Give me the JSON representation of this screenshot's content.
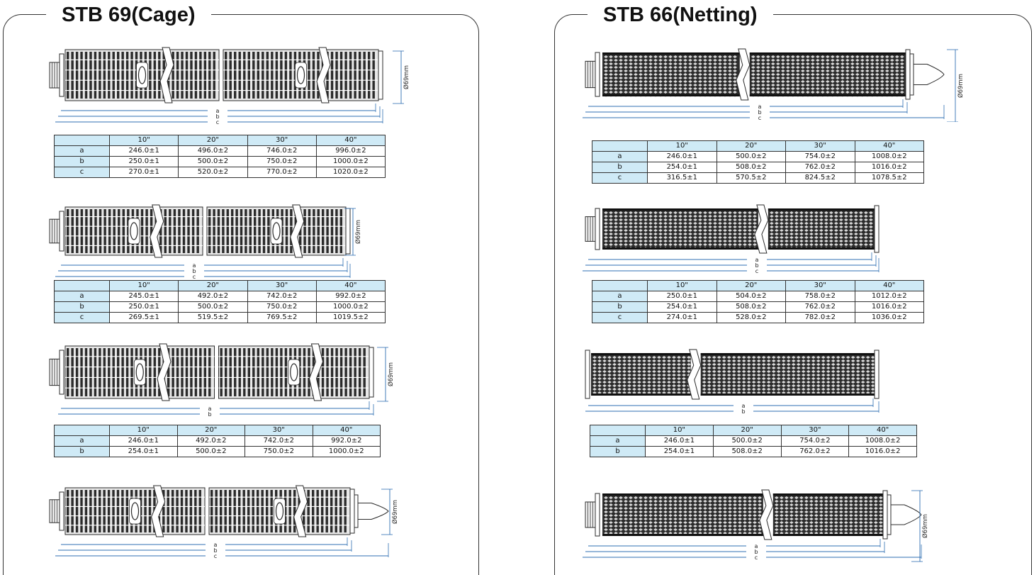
{
  "panels": [
    {
      "title": "STB 69(Cage)",
      "diameter_label": "Ø69mm",
      "blocks": [
        {
          "dims": [
            "a",
            "b",
            "c"
          ],
          "table": {
            "columns": [
              "10\"",
              "20\"",
              "30\"",
              "40\""
            ],
            "rows": [
              {
                "label": "a",
                "values": [
                  "246.0±1",
                  "496.0±2",
                  "746.0±2",
                  "996.0±2"
                ]
              },
              {
                "label": "b",
                "values": [
                  "250.0±1",
                  "500.0±2",
                  "750.0±2",
                  "1000.0±2"
                ]
              },
              {
                "label": "c",
                "values": [
                  "270.0±1",
                  "520.0±2",
                  "770.0±2",
                  "1020.0±2"
                ]
              }
            ]
          }
        },
        {
          "dims": [
            "a",
            "b",
            "c"
          ],
          "table": {
            "columns": [
              "10\"",
              "20\"",
              "30\"",
              "40\""
            ],
            "rows": [
              {
                "label": "a",
                "values": [
                  "245.0±1",
                  "492.0±2",
                  "742.0±2",
                  "992.0±2"
                ]
              },
              {
                "label": "b",
                "values": [
                  "250.0±1",
                  "500.0±2",
                  "750.0±2",
                  "1000.0±2"
                ]
              },
              {
                "label": "c",
                "values": [
                  "269.5±1",
                  "519.5±2",
                  "769.5±2",
                  "1019.5±2"
                ]
              }
            ]
          }
        },
        {
          "dims": [
            "a",
            "b"
          ],
          "table": {
            "columns": [
              "10\"",
              "20\"",
              "30\"",
              "40\""
            ],
            "rows": [
              {
                "label": "a",
                "values": [
                  "246.0±1",
                  "492.0±2",
                  "742.0±2",
                  "992.0±2"
                ]
              },
              {
                "label": "b",
                "values": [
                  "254.0±1",
                  "500.0±2",
                  "750.0±2",
                  "1000.0±2"
                ]
              }
            ]
          }
        },
        {
          "dims": [
            "a",
            "b",
            "c"
          ],
          "table": null
        }
      ]
    },
    {
      "title": "STB 66(Netting)",
      "diameter_label": "Ø69mm",
      "blocks": [
        {
          "dims": [
            "a",
            "b",
            "c"
          ],
          "table": {
            "columns": [
              "10\"",
              "20\"",
              "30\"",
              "40\""
            ],
            "rows": [
              {
                "label": "a",
                "values": [
                  "246.0±1",
                  "500.0±2",
                  "754.0±2",
                  "1008.0±2"
                ]
              },
              {
                "label": "b",
                "values": [
                  "254.0±1",
                  "508.0±2",
                  "762.0±2",
                  "1016.0±2"
                ]
              },
              {
                "label": "c",
                "values": [
                  "316.5±1",
                  "570.5±2",
                  "824.5±2",
                  "1078.5±2"
                ]
              }
            ]
          }
        },
        {
          "dims": [
            "a",
            "b",
            "c"
          ],
          "table": {
            "columns": [
              "10\"",
              "20\"",
              "30\"",
              "40\""
            ],
            "rows": [
              {
                "label": "a",
                "values": [
                  "250.0±1",
                  "504.0±2",
                  "758.0±2",
                  "1012.0±2"
                ]
              },
              {
                "label": "b",
                "values": [
                  "254.0±1",
                  "508.0±2",
                  "762.0±2",
                  "1016.0±2"
                ]
              },
              {
                "label": "c",
                "values": [
                  "274.0±1",
                  "528.0±2",
                  "782.0±2",
                  "1036.0±2"
                ]
              }
            ]
          }
        },
        {
          "dims": [
            "a",
            "b"
          ],
          "table": {
            "columns": [
              "10\"",
              "20\"",
              "30\"",
              "40\""
            ],
            "rows": [
              {
                "label": "a",
                "values": [
                  "246.0±1",
                  "500.0±2",
                  "754.0±2",
                  "1008.0±2"
                ]
              },
              {
                "label": "b",
                "values": [
                  "254.0±1",
                  "508.0±2",
                  "762.0±2",
                  "1016.0±2"
                ]
              }
            ]
          }
        },
        {
          "dims": [
            "a",
            "b",
            "c"
          ],
          "table": null
        }
      ]
    }
  ],
  "colors": {
    "header_fill": "#cfeaf6",
    "dimension_line": "#2f6fb3",
    "cartridge_dark": "#2b2b2b",
    "cartridge_light": "#e8e8e8"
  }
}
